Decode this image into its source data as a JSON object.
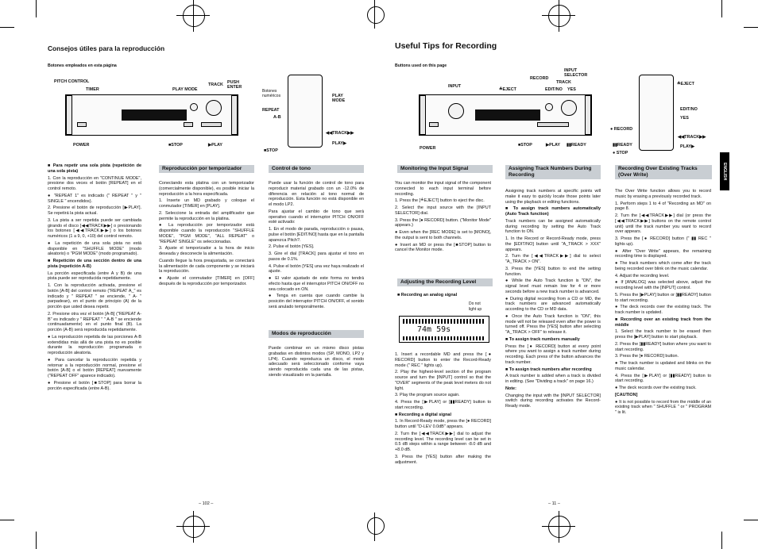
{
  "left": {
    "title": "Consejos útiles para la reproducción",
    "buttons_caption": "Botones empleados en esta página",
    "labels": {
      "pitch": "PITCH CONTROL",
      "timer": "TIMER",
      "play_mode": "PLAY MODE",
      "track": "TRACK",
      "push_enter": "PUSH\nENTER",
      "power": "POWER",
      "stop": "■STOP",
      "play": "▶PLAY",
      "botones": "Botones\nnuméricos",
      "repeat": "REPEAT",
      "ab": "A-B",
      "play_mode_r": "PLAY\nMODE",
      "track_r": "◀◀TRACK▶▶",
      "play_r": "PLAY▶",
      "stop_r": "■STOP"
    },
    "col1": [
      {
        "b": "■ Para repetir una sola pista (repetición de una sola pista)"
      },
      {
        "t": "1. Con la reproducción en \"CONTINUE MODE\", presione dos veces el botón [REPEAT] en el control remoto."
      },
      {
        "t": "● \"REPEAT 1\" es indicado (\" REPEAT \" y \" SINGLE \" encendidos)."
      },
      {
        "t": "2. Presione el botón de reproducción [▶PLAY]. Se repetirá la pista actual."
      },
      {
        "t": "3. La pista a ser repetida puede ser cambiada girando el disco [◀◀TRACK▶▶] o presionando los botones [◀◀TRACK▶▶] o los botones numéricos (1 a 9, 0, +10) del control remoto."
      },
      {
        "t": "● La repetición de una sola pista no está disponible en \"SHUFFLE MODE\" (modo aleatorio) o \"PGM MODE\" (modo programado)."
      },
      {
        "b": "■ Repetición de una sección dentro de una pista (repetición A-B)"
      },
      {
        "t": "La porción especificada (entre A y B) de una pista puede ser reproducida repetidamente."
      },
      {
        "t": "1. Con la reproducción activada, presione el botón [A-B] del control remoto (\"REPEAT A_\" es indicado y \" REPEAT \" se enciende, \" A- \" parpadean), en el punto de principio (A) de la porción que usted desea repetir."
      },
      {
        "t": "2. Presione otra vez el botón [A-B] (\"REPEAT A-B\" es indicado y \" REPEAT \" \" A-B \" se enciende continuadamente) en el punto final (B). La porción (A-B) será reproducida repetidamente."
      },
      {
        "t": "● La reproducción repetida de las porciones A-B extendidas más allá de una pista no es posible durante la reproducción programada o reproducción aleatoria."
      },
      {
        "t": "● Para cancelar la reproducción repetida y retornar a la reproducción normal, presione el botón [A-B] o el botón [REPEAT] nuevamente (\"REPEAT OFF\" aparece indicado)."
      },
      {
        "t": "● Presione el botón [■STOP] para borrar la porción especificada (entre A-B)."
      }
    ],
    "col2_head": "Reproducción por temporizador",
    "col2": [
      {
        "t": "Conectando esta platina con un temporizador (comercialmente disponible), es posible iniciar la reproducción a la hora especificada."
      },
      {
        "t": "1. Inserte un MD grabado y coloque el conmutador [TIMER] en [PLAY]."
      },
      {
        "t": "2. Seleccione la entrada del amplificador que permite la reproducción en la platina."
      },
      {
        "t": "● La reproducción por temporizador está disponible cuando la reproducción \"SHUFFLE MODE\", \"PGM MODE\", \"ALL REPEAT\" o \"REPEAT SINGLE\" os seleccionadas."
      },
      {
        "t": "3. Ajuste el temporizador a la hora de inicio deseada y desconecte la alimentación."
      },
      {
        "t": "Cuando llegue la hora preajustada, se conectará la alimentación de cada componente y se iniciará la reproducción."
      },
      {
        "t": "● Ajuste el conmutador [TIMER] en [OFF] después de la reproducción por temporizador."
      }
    ],
    "col3_head": "Control de tono",
    "col3": [
      {
        "t": "Puede usar la función de control de tono para reproducir material grabado con un -12.0% de diferencia en relación al tono normal de reproducción. Esta función no está disponible en el modo LP2."
      },
      {
        "t": "Para ajustar el cambio de tono que será operativo cuando el interruptor PITCH ON/OFF esté activado:"
      },
      {
        "t": "1. En el modo de parada, reproducción o pausa, pulse el botón [EDIT/NO] hasta que en la pantalla aparezca Pitch?."
      },
      {
        "t": "2. Pulse el botón [YES]."
      },
      {
        "t": "3. Gire el dial [TRACK] para ajustar el tono en pasos de 0.1%."
      },
      {
        "t": "4. Pulse el botón [YES] una vez haya realizado el ajuste."
      },
      {
        "t": "● El valor ajustado de este forma no tendrá efecto hasta que el interruptor PITCH ON/OFF no sea colocado en ON."
      },
      {
        "t": "● Tenga en cuenta que cuando cambie la posición del interruptor PITCH ON/OFF, el sonido será anulado temporalmente."
      }
    ],
    "col3b_head": "Modos de reproducción",
    "col3b": [
      {
        "t": "Puede combinar en un mismo disco pistas grabadas en distintos modos (SP, MONO, LP2 y LP4). Cuando reproduzca un disco, el modo adecuado será seleccionado conforme vaya siendo reproducida cada una de las pistas, siendo visualizado en la pantalla."
      }
    ],
    "page_no": "– 102 –"
  },
  "right": {
    "title": "Useful Tips for Recording",
    "buttons_caption": "Buttons used on this page",
    "labels": {
      "input": "INPUT",
      "eject": "≜EJECT",
      "record": "RECORD",
      "track": "TRACK",
      "input_selector": "INPUT\nSELECTOR",
      "edit_no": "EDIT/NO",
      "yes": "YES",
      "power": "POWER",
      "stop": "■STOP",
      "play": "▶PLAY",
      "ready": "▮▮READY",
      "eject_r": "≜EJECT",
      "edit_no_r": "EDIT/NO",
      "yes_r": "YES",
      "record_r": "● RECORD",
      "track_r": "◀◀TRACK▶▶",
      "ready_r": "▮▮READY",
      "play_r": "PLAY▶",
      "stop_r": "● STOP"
    },
    "col1_head": "Monitoring the Input Signal",
    "col1": [
      {
        "t": "You can monitor the input signal of the component connected to each input terminal before recording."
      },
      {
        "t": "1. Press the [≜EJECT] button to eject the disc."
      },
      {
        "t": "2. Select the input source with the [INPUT SELECTOR] dial."
      },
      {
        "t": "3. Press the [● RECORD] button. (\"Monitor Mode\" appears.)"
      },
      {
        "t": "● Even when the [REC MODE] is set to [MONO], the output is sent to both channels."
      },
      {
        "t": "● Insert an MD or press the [■STOP] button to cancel the Monitor mode."
      }
    ],
    "col1b_head": "Adjusting the Recording Level",
    "col1b_sub": "■ Recording an analog signal",
    "display_text": "74m 59s",
    "do_not_light": "Do not\nlight up",
    "col1c": [
      {
        "t": "1. Insert a recordable MD and press the [● RECORD] button to enter the Record-Ready mode (\" REC \" lights up)."
      },
      {
        "t": "2. Play the highest-level section of the program source and turn the [INPUT] control so that the \"OVER\" segments of the peak level meters do not light."
      },
      {
        "t": "3. Play the program source again."
      },
      {
        "t": "4. Press the [▶PLAY] or [▮▮READY] button to start recording."
      },
      {
        "b": "■ Recording a digital signal"
      },
      {
        "t": "1. In Record-Ready mode, press the [● RECORD] button until \"D-LEV 0.0dB\" appears."
      },
      {
        "t": "2. Turn the [◀◀TRACK▶▶] dial to adjust the recording level. The recording level can be set in 0.5 dB steps within a range between -8.0 dB and +8.0 dB."
      },
      {
        "t": "3. Press the [YES] button after making the adjustment."
      }
    ],
    "col2_head": "Assigning Track Numbers During Recording",
    "col2": [
      {
        "t": "Assigning track numbers at specific points will make it easy to quickly locate those points later using the playback or editing functions."
      },
      {
        "b": "■ To assign track numbers automatically (Auto Track function)"
      },
      {
        "t": "Track numbers can be assigned automatically during recording by setting the Auto Track function to ON."
      },
      {
        "t": "1. In the Record or Record-Ready mode, press the [EDIT/NO] button until \"A_TRACK > XXX\" appears."
      },
      {
        "t": "2. Turn the [◀◀TRACK▶▶] dial to select \"A_TRACK > ON\"."
      },
      {
        "t": "3. Press the [YES] button to end the setting function."
      },
      {
        "t": "● While the Auto Track function is \"ON\", the signal level must remain low for 4 or more seconds before a new track number is advanced."
      },
      {
        "t": "● During digital recording from a CD or MD, the track numbers are advanced automatically according to the CD or MD data."
      },
      {
        "t": "● Once the Auto Track function is \"ON\", this mode will not be released even after the power is turned off. Press the [YES] button after selecting \"A_TRACK > OFF\" to release it."
      },
      {
        "b": "■ To assign track numbers manually"
      },
      {
        "t": "Press the [● RECORD] button at every point where you want to assign a track number during recording. Each press of the button advances the track number."
      },
      {
        "b": "■ To assign track numbers after recording"
      },
      {
        "t": "A track number is added when a track is divided in editing. (See \"Dividing a track\" on page 16.)"
      },
      {
        "b": "Note:"
      },
      {
        "t": "Changing the input with the [INPUT SELECTOR] switch during recording activates the Record-Ready mode."
      }
    ],
    "col3_head": "Recording Over Existing Tracks (Over Write)",
    "col3": [
      {
        "t": "The Over Write function allows you to record music by erasing a previously recorded track."
      },
      {
        "t": "1. Perform steps 1 to 4 of \"Recording an MD\" on page 8."
      },
      {
        "t": "2. Turn the [◀◀TRACK▶▶] dial (or press the [◀◀TRACK▶▶] buttons on the remote control unit) until the track number you want to record over appears."
      },
      {
        "t": "3. Press the [● RECORD] button (\" ▮▮ REC \" lights up)."
      },
      {
        "t": "● After \"Over Write\" appears, the remaining recording time is displayed."
      },
      {
        "t": "● The track numbers which come after the track being recorded over blink on the music calendar."
      },
      {
        "t": "4. Adjust the recording level."
      },
      {
        "t": "● If [ANALOG] was selected above, adjust the recording level with the [INPUT] control."
      },
      {
        "t": "5. Press the [▶PLAY] button or [▮▮READY] button to start recording."
      },
      {
        "t": "● The deck records over the existing track. The track number is updated."
      },
      {
        "b": "■ Recording over an existing track from the middle"
      },
      {
        "t": "1. Select the track number to be erased then press the [▶PLAY] button to start playback."
      },
      {
        "t": "2. Press the [▮▮READY] button where you want to start recording."
      },
      {
        "t": "3. Press the [● RECORD] button."
      },
      {
        "t": "● The track number is updated and blinks on the music calendar."
      },
      {
        "t": "4. Press the [▶PLAY] or [▮▮READY] button to start recording."
      },
      {
        "t": "● The deck records over the existing track."
      },
      {
        "b": "[CAUTION]"
      },
      {
        "t": "● It is not possible to record from the middle of an existing track when \" SHUFFLE \" or \" PROGRAM \" is lit."
      }
    ],
    "side_tab": "ENGLISH",
    "page_no": "– 11 –"
  }
}
